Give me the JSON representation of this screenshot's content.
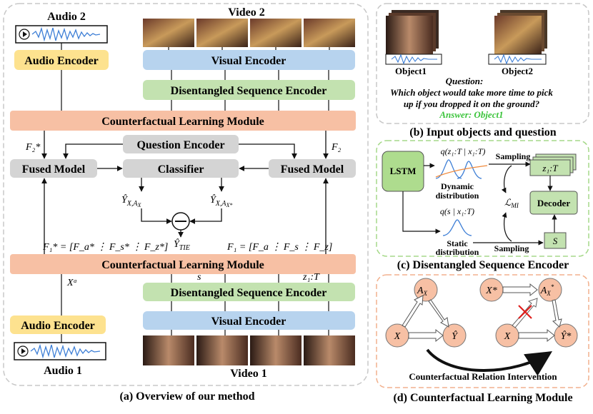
{
  "panel_a": {
    "caption": "(a) Overview of our method",
    "audio2_label": "Audio 2",
    "video2_label": "Video 2",
    "audio1_label": "Audio 1",
    "video1_label": "Video 1",
    "audio_encoder_top": "Audio Encoder",
    "audio_encoder_bottom": "Audio Encoder",
    "visual_encoder_top": "Visual Encoder",
    "visual_encoder_bottom": "Visual Encoder",
    "dse_top": "Disentangled Sequence Encoder",
    "dse_bottom": "Disentangled Sequence Encoder",
    "clm_top": "Counterfactual Learning Module",
    "clm_bottom": "Counterfactual Learning Module",
    "question_encoder": "Question Encoder",
    "classifier": "Classifier",
    "fused_left": "Fused Model",
    "fused_right": "Fused Model",
    "f2_star": "F₂*",
    "f2": "F₂",
    "f1_star_eq": "F₁* = [F_a* ⋮ F_s* ⋮ F_z*]",
    "f1_eq": "F₁ = [F_a ⋮ F_s ⋮ F_z]",
    "xa": "Xᵃ",
    "s_label": "s",
    "z_label": "z₁:T",
    "y_left": "Ŷ_{X,A_X}",
    "y_right": "Ŷ_{X,A_X*}",
    "y_tie": "Ŷ_TIE"
  },
  "panel_b": {
    "caption": "(b) Input objects and question",
    "object1": "Object1",
    "object2": "Object2",
    "question_title": "Question:",
    "question_line1": "Which object would take more time to pick",
    "question_line2": "up if you dropped it on the ground?",
    "answer": "Answer: Object1",
    "answer_color": "#3cc43c"
  },
  "panel_c": {
    "caption": "(c) Disentangled Sequence Encoder",
    "lstm": "LSTM",
    "q_dynamic": "q(z₁:T | x₁:T)",
    "q_static": "q(s | x₁:T)",
    "dynamic_line1": "Dynamic",
    "dynamic_line2": "distribution",
    "static_line1": "Static",
    "static_line2": "distribution",
    "sampling_top": "Sampling",
    "sampling_bottom": "Sampling",
    "z_box": "z₁:T",
    "s_box": "S",
    "decoder": "Decoder",
    "lmi": "ℒ_MI"
  },
  "panel_d": {
    "caption": "(d) Counterfactual Learning Module",
    "node_ax": "A_X",
    "node_x": "X",
    "node_y": "Ŷ",
    "node_xstar": "X*",
    "node_axstar": "A_X*",
    "node_x2": "X",
    "node_ystar": "Ŷ*",
    "intervention": "Counterfactual Relation Intervention"
  },
  "colors": {
    "audio_encoder": "#fde28f",
    "visual_encoder": "#b7d3ee",
    "dse": "#c3e2b0",
    "clm": "#f7c0a4",
    "grey_box": "#d4d4d4",
    "node_fill": "#f7c0a4",
    "panel_border": "#c8c8c8",
    "panel_c_border": "#a6d98a",
    "panel_d_border": "#f2b18e",
    "lstm_fill": "#aedc8e"
  },
  "icons": [
    "play-icon",
    "waveform-icon",
    "minus-circle-icon",
    "red-x-icon"
  ]
}
